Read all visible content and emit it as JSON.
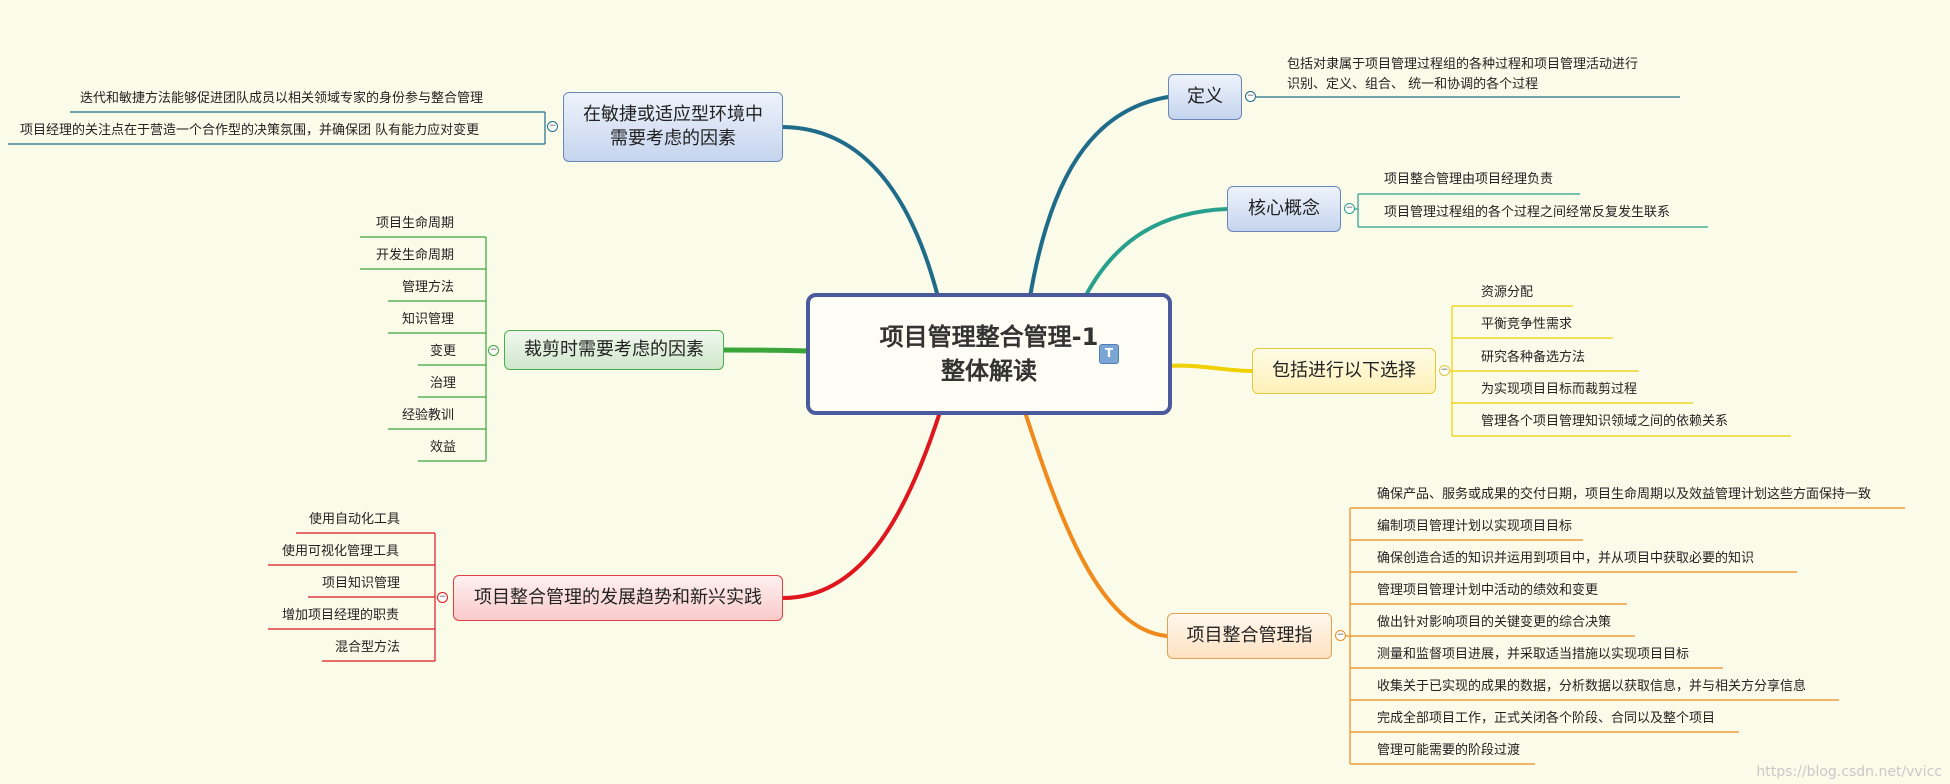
{
  "central": {
    "line1": "项目管理整合管理-1",
    "line2": "整体解读",
    "flag_icon": "T"
  },
  "topics": {
    "definition": {
      "label": "定义",
      "children": [
        "包括对隶属于项目管理过程组的各种过程和项目管理活动进行",
        "识别、定义、组合、 统一和协调的各个过程"
      ]
    },
    "core": {
      "label": "核心概念",
      "children": [
        "项目整合管理由项目经理负责",
        "项目管理过程组的各个过程之间经常反复发生联系"
      ]
    },
    "choices": {
      "label": "包括进行以下选择",
      "children": [
        "资源分配",
        "平衡竞争性需求",
        "研究各种备选方法",
        "为实现项目目标而裁剪过程",
        "管理各个项目管理知识领域之间的依赖关系"
      ]
    },
    "guide": {
      "label": "项目整合管理指",
      "children": [
        "确保产品、服务或成果的交付日期，项目生命周期以及效益管理计划这些方面保持一致",
        "编制项目管理计划以实现项目目标",
        "确保创造合适的知识并运用到项目中，并从项目中获取必要的知识",
        "管理项目管理计划中活动的绩效和变更",
        "做出针对影响项目的关键变更的综合决策",
        "测量和监督项目进展，并采取适当措施以实现项目目标",
        "收集关于已实现的成果的数据，分析数据以获取信息，并与相关方分享信息",
        "完成全部项目工作，正式关闭各个阶段、合同以及整个项目",
        "管理可能需要的阶段过渡"
      ]
    },
    "agile": {
      "label_line1": "在敏捷或适应型环境中",
      "label_line2": "需要考虑的因素",
      "children": [
        "迭代和敏捷方法能够促进团队成员以相关领域专家的身份参与整合管理",
        "项目经理的关注点在于营造一个合作型的决策氛围，并确保团 队有能力应对变更"
      ]
    },
    "tailoring": {
      "label": "裁剪时需要考虑的因素",
      "children": [
        "项目生命周期",
        "开发生命周期",
        "管理方法",
        "知识管理",
        "变更",
        "治理",
        "经验教训",
        "效益"
      ]
    },
    "trends": {
      "label": "项目整合管理的发展趋势和新兴实践",
      "children": [
        "使用自动化工具",
        "使用可视化管理工具",
        "项目知识管理",
        "增加项目经理的职责",
        "混合型方法"
      ]
    }
  },
  "colors": {
    "definition": "#1f6c8a",
    "core": "#27a08c",
    "choices": "#f0d000",
    "guide": "#f08a1c",
    "trends": "#e0161e",
    "tailoring": "#3aa63a",
    "agile": "#1f6c8a"
  },
  "toggle_symbol": "−",
  "watermark": "https://blog.csdn.net/vvicc"
}
